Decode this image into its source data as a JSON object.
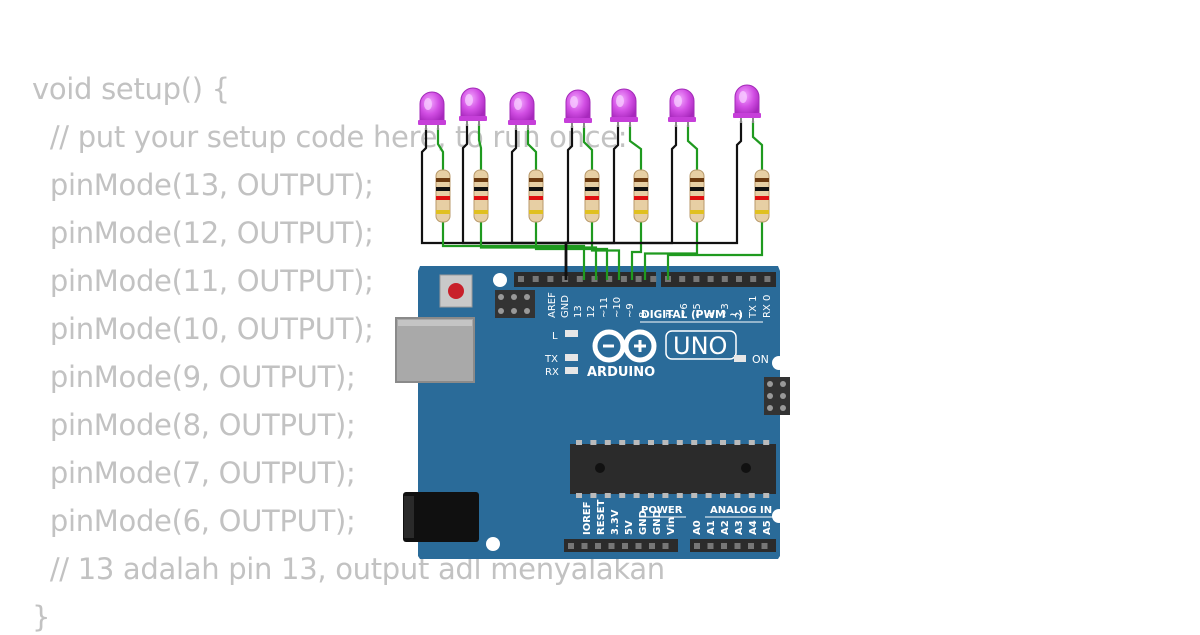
{
  "code": {
    "lines": [
      "void setup() {",
      "  // put your setup code here, to run once:",
      "  pinMode(13, OUTPUT);",
      "  pinMode(12, OUTPUT);",
      "  pinMode(11, OUTPUT);",
      "  pinMode(10, OUTPUT);",
      "  pinMode(9, OUTPUT);",
      "  pinMode(8, OUTPUT);",
      "  pinMode(7, OUTPUT);",
      "  pinMode(6, OUTPUT);",
      "  // 13 adalah pin 13, output adl menyalakan",
      "}"
    ]
  },
  "board": {
    "model": "UNO",
    "brand": "ARDUINO",
    "digital_title": "DIGITAL (PWM ~)",
    "power_title": "POWER",
    "analog_title": "ANALOG IN",
    "on_label": "ON",
    "led_l_label": "L",
    "tx_label": "TX",
    "rx_label": "RX",
    "top_pins": [
      "AREF",
      "GND",
      "13",
      "12",
      "~11",
      "~10",
      "~9",
      "8",
      "7",
      "~6",
      "~5",
      "4",
      "~3",
      "2",
      "TX 1",
      "RX 0"
    ],
    "power_pins": [
      "IOREF",
      "RESET",
      "3.3V",
      "5V",
      "GND",
      "GND",
      "Vin"
    ],
    "analog_pins": [
      "A0",
      "A1",
      "A2",
      "A3",
      "A4",
      "A5"
    ],
    "colors": {
      "pcb": "#2a6b99",
      "header": "#2b2b2b",
      "led": "#cc44dd",
      "wire_green": "#1f9a1f",
      "wire_black": "#111111"
    }
  }
}
